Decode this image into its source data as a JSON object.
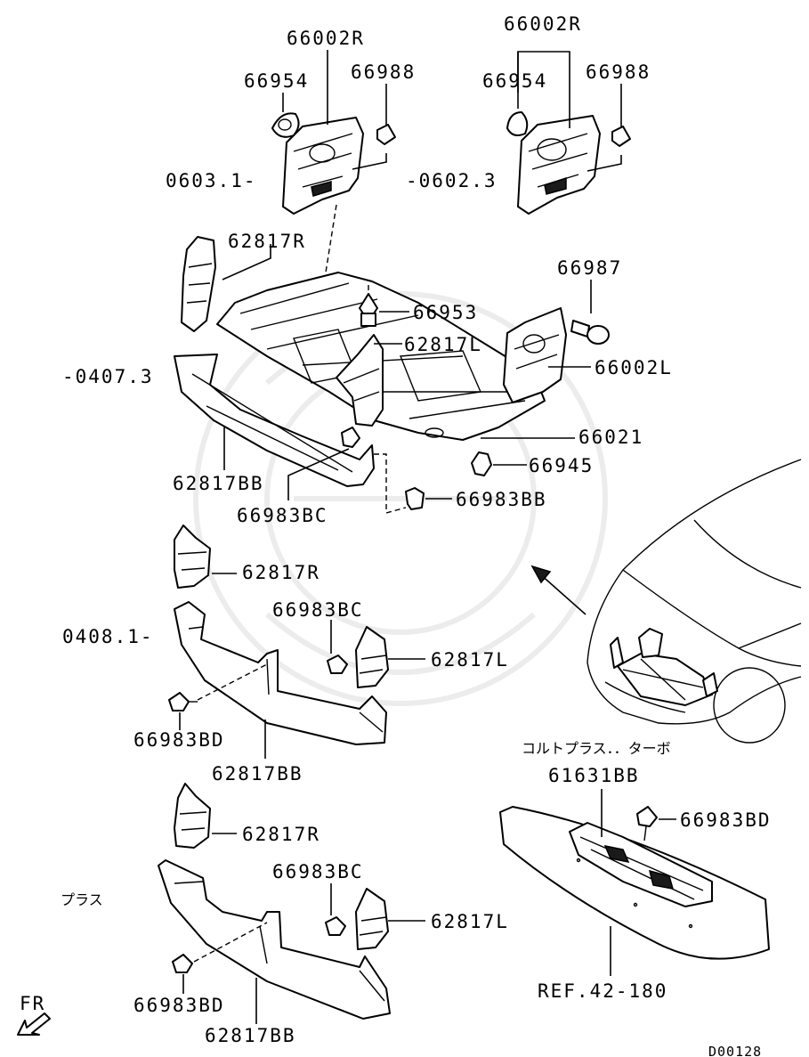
{
  "labels": {
    "p66002R_a": "66002R",
    "p66954_a": "66954",
    "p66988_a": "66988",
    "date_0603": "0603.1-",
    "p66002R_b": "66002R",
    "p66954_b": "66954",
    "p66988_b": "66988",
    "date_0602": "-0602.3",
    "p62817R_a": "62817R",
    "p66987": "66987",
    "p66953": "66953",
    "p62817L_a": "62817L",
    "p66002L": "66002L",
    "date_0407": "-0407.3",
    "p66021": "66021",
    "p66945": "66945",
    "p62817BB_a": "62817BB",
    "p66983BB": "66983BB",
    "p66983BC_a": "66983BC",
    "p62817R_b": "62817R",
    "date_0408": "0408.1-",
    "p66983BC_b": "66983BC",
    "p62817L_b": "62817L",
    "p66983BD_a": "66983BD",
    "p62817BB_b": "62817BB",
    "variant_colt": "コルトプラス．．ターボ",
    "p61631BB": "61631BB",
    "p66983BD_b": "66983BD",
    "p62817R_c": "62817R",
    "p66983BC_c": "66983BC",
    "variant_plus": "プラス",
    "p62817L_c": "62817L",
    "ref": "REF.42-180",
    "p66983BD_c": "66983BD",
    "fr": "FR",
    "p62817BB_c": "62817BB",
    "code": "D00128"
  }
}
